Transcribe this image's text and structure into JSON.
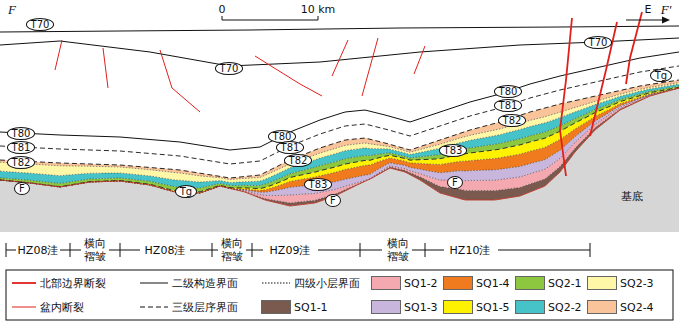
{
  "diagram": {
    "nodes": [
      {
        "text": [
          "T70"
        ]
      },
      {
        "text": [
          "T70"
        ]
      },
      {
        "text": [
          "T70"
        ]
      },
      {
        "text": [
          "Tg"
        ]
      },
      {
        "text": [
          "T80"
        ]
      },
      {
        "text": [
          "T81"
        ]
      },
      {
        "text": [
          "T82"
        ]
      },
      {
        "text": [
          "T80"
        ]
      },
      {
        "text": [
          "T80"
        ]
      },
      {
        "text": [
          "T81"
        ]
      },
      {
        "text": [
          "T81"
        ]
      },
      {
        "text": [
          "T83"
        ]
      },
      {
        "text": [
          "T82"
        ]
      },
      {
        "text": [
          "T82"
        ]
      },
      {
        "text": [
          "F"
        ]
      },
      {
        "text": [
          "T83"
        ]
      },
      {
        "text": [
          "F"
        ]
      },
      {
        "text": [
          "Tg"
        ]
      },
      {
        "text": [
          "F"
        ]
      }
    ],
    "labels": [
      "F",
      "F'",
      "0",
      "10 km",
      "E",
      "基底",
      "HZ08洼",
      "横向 褶皱",
      "HZ08洼",
      "横向 褶皱",
      "HZ09洼",
      "横向 褶皱",
      "HZ10洼"
    ],
    "legend": [
      {
        "text": "北部边界断裂"
      },
      {
        "text": "二级构造界面"
      },
      {
        "text": "四级小层界面"
      },
      {
        "text": "SQ1-2",
        "color": "#f4a9b0"
      },
      {
        "text": "SQ1-4",
        "color": "#f07a1e"
      },
      {
        "text": "SQ2-1",
        "color": "#8dc63f"
      },
      {
        "text": "SQ2-3",
        "color": "#fff7a8"
      },
      {
        "text": "盆内断裂"
      },
      {
        "text": "三级层序界面"
      },
      {
        "text": "SQ1-1",
        "color": "#7a5a4f"
      },
      {
        "text": "SQ1-3",
        "color": "#c8b6dc"
      },
      {
        "text": "SQ1-5",
        "color": "#fff200"
      },
      {
        "text": "SQ2-2",
        "color": "#45c3c8"
      },
      {
        "text": "SQ2-4",
        "color": "#f9c49a"
      }
    ]
  }
}
